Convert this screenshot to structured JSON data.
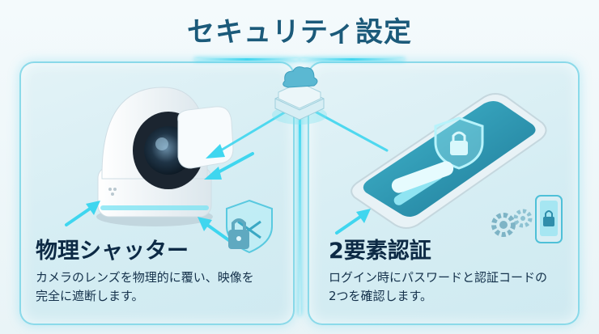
{
  "title": "セキュリティ設定",
  "left_panel": {
    "heading": "物理シャッター",
    "description_lines": [
      "カメラのレンズを物理的に覆い、映像を",
      "完全に遮断します。"
    ],
    "icons": [
      "security-camera-icon",
      "lens-shutter-icon",
      "padlock-shield-icon",
      "arrow-icon"
    ]
  },
  "right_panel": {
    "heading": "2要素認証",
    "description_lines": [
      "ログイン時にパスワードと認証コードの",
      "2つを確認します。"
    ],
    "icons": [
      "smartphone-icon",
      "shield-lock-icon",
      "password-field-icon",
      "gears-icon",
      "mobile-lock-icon",
      "arrow-icon"
    ]
  },
  "center": {
    "icons": [
      "cloud-server-icon"
    ]
  },
  "colors": {
    "title": "#1b5a7a",
    "accent": "#3fd6ef",
    "heading": "#0d2a45",
    "panel_border": "#82d7e8"
  }
}
